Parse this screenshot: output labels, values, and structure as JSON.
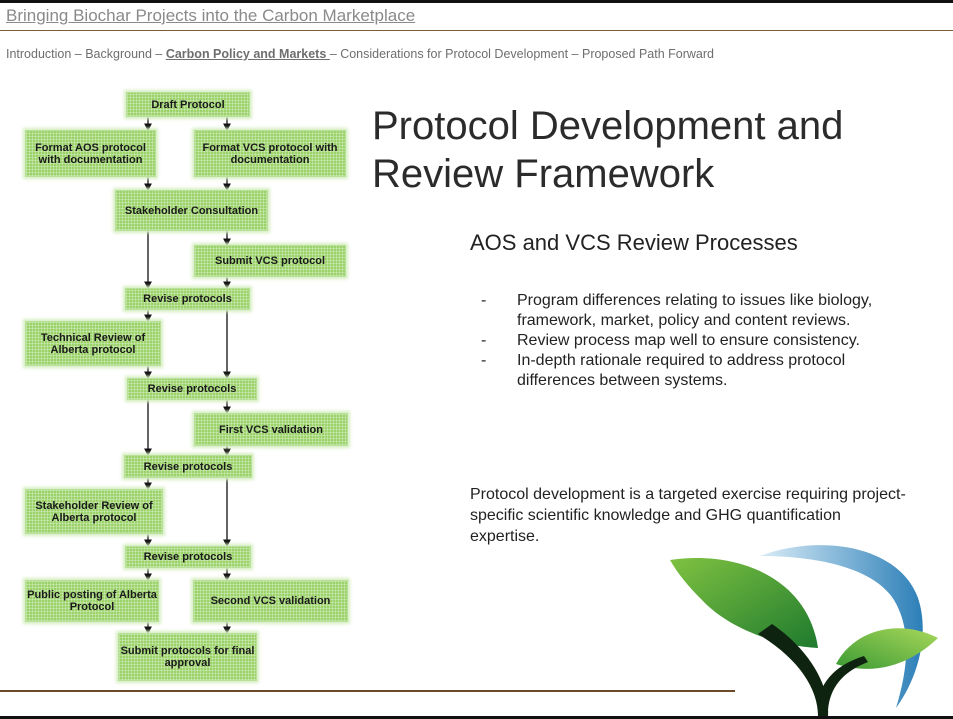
{
  "header": {
    "deck_title": "Bringing Biochar Projects into the Carbon Marketplace",
    "breadcrumb": {
      "before": "Introduction – Background – ",
      "current": "Carbon Policy and Markets ",
      "after": "– Considerations for Protocol Development – Proposed Path Forward"
    }
  },
  "flowchart": {
    "boxes": {
      "draft_protocol": "Draft Protocol",
      "format_aos": "Format AOS protocol with documentation",
      "format_vcs": "Format VCS protocol with documentation",
      "stakeholder_consultation": "Stakeholder Consultation",
      "submit_vcs": "Submit VCS protocol",
      "revise_1": "Revise protocols",
      "technical_review": "Technical Review of Alberta protocol",
      "revise_2": "Revise protocols",
      "first_vcs_validation": "First VCS validation",
      "revise_3": "Revise protocols",
      "stakeholder_review": "Stakeholder Review of Alberta protocol",
      "revise_4": "Revise protocols",
      "public_posting": "Public posting of Alberta Protocol",
      "second_vcs_validation": "Second VCS validation",
      "submit_final": "Submit protocols for final approval"
    }
  },
  "content": {
    "title": "Protocol Development and Review Framework",
    "subheading": "AOS and VCS Review Processes",
    "bullet_marker": "-",
    "bullets": [
      "Program differences relating to issues like biology, framework, market, policy and content reviews.",
      "Review process map well to ensure consistency.",
      "In-depth rationale required to address protocol differences between systems."
    ],
    "paragraph": "Protocol development is a targeted exercise requiring project-specific scientific knowledge and GHG quantification expertise."
  },
  "colors": {
    "box_green": "#9bd36a",
    "logo_leaf_dark": "#1e7a2e",
    "logo_leaf_light": "#8cc63f",
    "logo_swoosh": "#2c7fb8"
  },
  "icons": {
    "logo": "sprouting-leaf-logo"
  }
}
